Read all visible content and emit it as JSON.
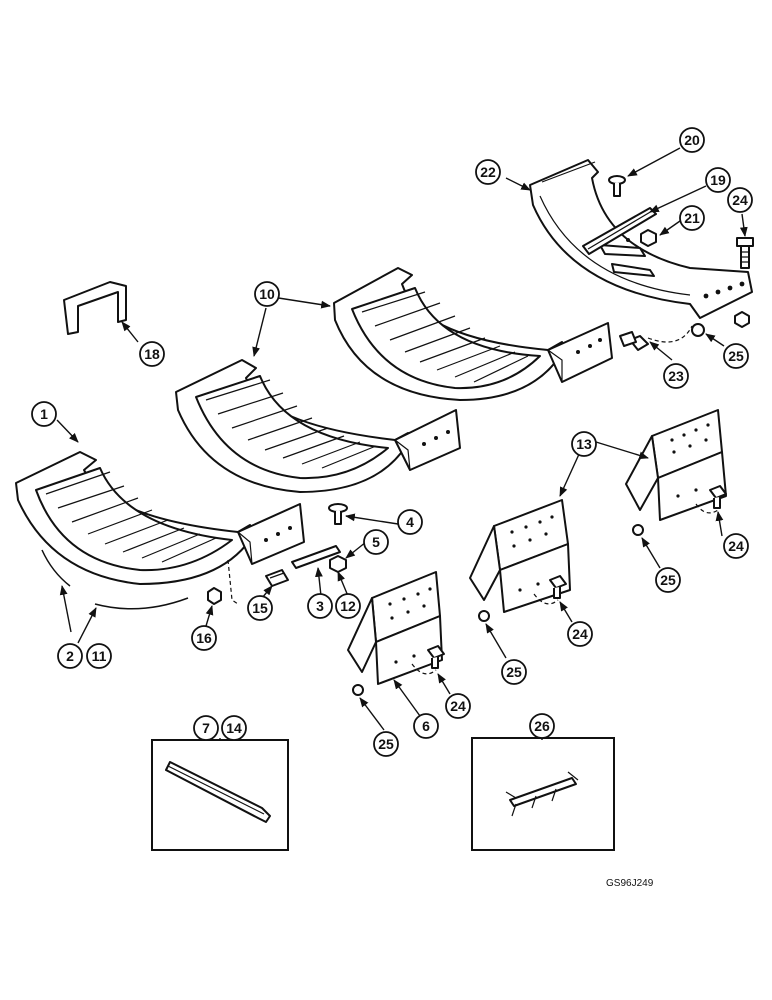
{
  "callouts": {
    "c1": "1",
    "c2": "2",
    "c11": "11",
    "c3": "3",
    "c12": "12",
    "c4": "4",
    "c5": "5",
    "c6": "6",
    "c7": "7",
    "c14": "14",
    "c10": "10",
    "c13": "13",
    "c15": "15",
    "c16": "16",
    "c18": "18",
    "c19": "19",
    "c20": "20",
    "c21": "21",
    "c22": "22",
    "c23": "23",
    "c24a": "24",
    "c24b": "24",
    "c24c": "24",
    "c24d": "24",
    "c25a": "25",
    "c25b": "25",
    "c25c": "25",
    "c25d": "25",
    "c26": "26"
  },
  "drawing_code": "GS96J249"
}
